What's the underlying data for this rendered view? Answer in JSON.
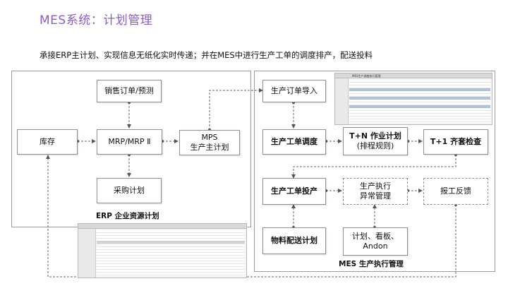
{
  "header": {
    "title": "MES系统：计划管理",
    "subtitle": "承接ERP主计划、实现信息无纸化实时传递；并在MES中进行生产工单的调度排产，配送投料"
  },
  "erp": {
    "label": "ERP 企业资源计划",
    "nodes": {
      "sales": "销售订单/预测",
      "inventory": "库存",
      "mrp": "MRP/MRP Ⅱ",
      "mps_line1": "MPS",
      "mps_line2": "生产主计划",
      "purchase": "采购计划"
    }
  },
  "mes": {
    "label": "MES 生产执行管理",
    "nodes": {
      "order_import": "生产订单导入",
      "dispatch": "生产工单调度",
      "tn_line1": "T+N 作业计划",
      "tn_line2": "(排程规则)",
      "t1": "T+1 齐套检查",
      "release": "生产工单投产",
      "exec_line1": "生产执行",
      "exec_line2": "异常管理",
      "report": "报工反馈",
      "material": "物料配送计划",
      "board_line1": "计划、看板、",
      "board_line2": "Andon"
    }
  },
  "screenshots": {
    "mes_window_title": "MES生产调度执行管理"
  }
}
